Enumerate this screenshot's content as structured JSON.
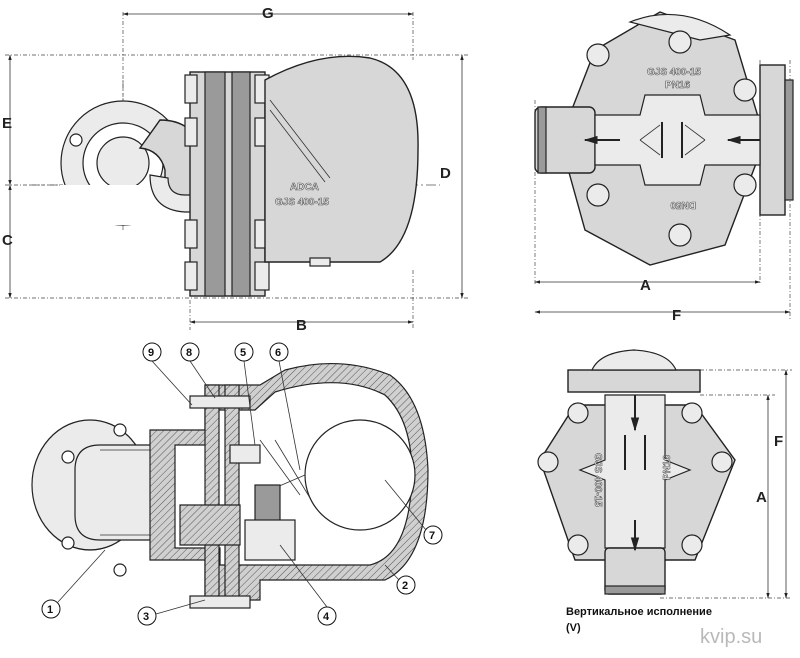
{
  "dimensions": {
    "top_view": [
      "G",
      "E",
      "C",
      "D",
      "B"
    ],
    "side_view": [
      "A",
      "F"
    ],
    "vertical_view": [
      "F",
      "A"
    ]
  },
  "casting_marks": {
    "logo": "ADCA",
    "material": "GJS 400-15",
    "pressure": "PN16",
    "size": "DN50"
  },
  "callouts": [
    "9",
    "8",
    "5",
    "6",
    "7",
    "2",
    "4",
    "3",
    "1"
  ],
  "caption": {
    "line1": "Вертикальное исполнение",
    "line2": "(V)"
  },
  "watermark": "kvip.su"
}
